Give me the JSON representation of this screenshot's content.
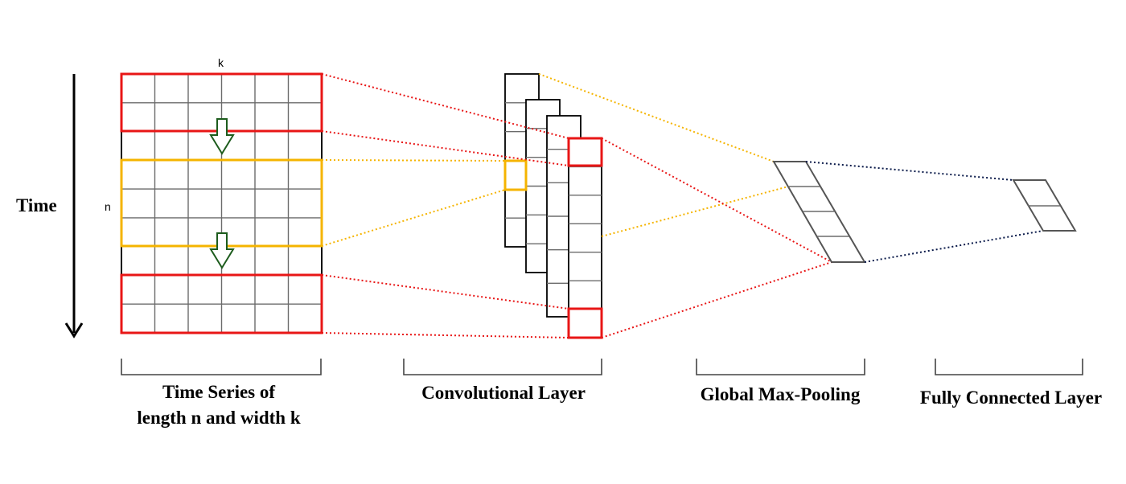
{
  "labels": {
    "time": "Time",
    "k": "k",
    "n": "n",
    "time_series_line1": "Time Series of",
    "time_series_line2": "length n and width k",
    "conv_layer": "Convolutional Layer",
    "global_pool": "Global Max-Pooling",
    "fully_connected": "Fully Connected Layer"
  },
  "colors": {
    "highlight_red": "#e81616",
    "highlight_orange": "#f5b400",
    "arrow_green": "#1d5c1d",
    "connector_navy": "#0a1a4a",
    "grid_gray": "#6b6b6b"
  },
  "icons": [
    "time-arrow-icon",
    "slide-down-arrow-icon"
  ]
}
